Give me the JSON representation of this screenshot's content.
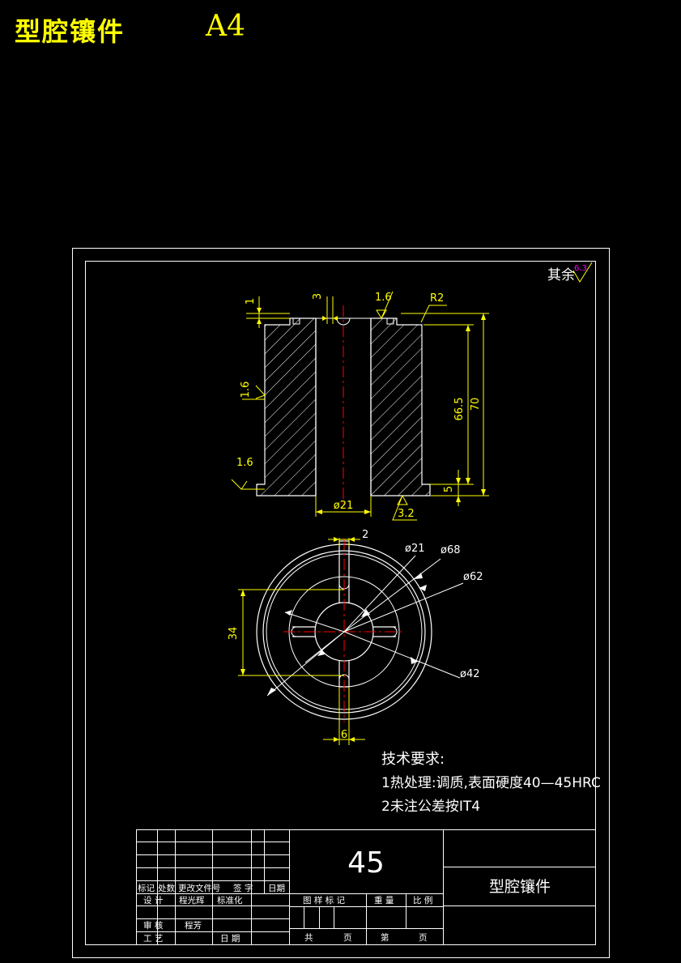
{
  "header": {
    "part_name": "型腔镶件",
    "paper_size": "A4"
  },
  "surface_finish_note": {
    "label": "其余",
    "value": "6.3"
  },
  "section_view": {
    "dims": {
      "top_step": "1",
      "slot_width": "3",
      "top_roughness": "1.6",
      "fillet": "R2",
      "side_roughness": "1.6",
      "bottom_left_roughness": "1.6",
      "bore_diameter": "ø21",
      "bottom_roughness": "3.2",
      "inner_height": "66.5",
      "total_height": "70",
      "base_height": "5"
    }
  },
  "top_view": {
    "dims": {
      "slot_width": "2",
      "d_bore": "ø21",
      "d_outer": "ø68",
      "d_62": "ø62",
      "d_42": "ø42",
      "height_34": "34",
      "width_6": "6"
    }
  },
  "tech_requirements": {
    "title": "技术要求:",
    "items": [
      "1热处理:调质,表面硬度40—45HRC",
      "2未注公差按IT4"
    ]
  },
  "title_block": {
    "material": "45",
    "part_name": "型腔镶件",
    "col_marks": "标记",
    "col_count": "处数",
    "col_doc": "更改文件号",
    "col_sign": "签 字",
    "col_date": "日期",
    "design": "设 计",
    "designer": "程光辉",
    "standardize": "标准化",
    "review": "审 核",
    "reviewer": "程芳",
    "process": "工 艺",
    "date": "日 期",
    "drawing_mark": "图 样 标 记",
    "weight": "重 量",
    "scale": "比 例",
    "total": "共",
    "sheets": "页",
    "page_no": "第",
    "page": "页"
  }
}
